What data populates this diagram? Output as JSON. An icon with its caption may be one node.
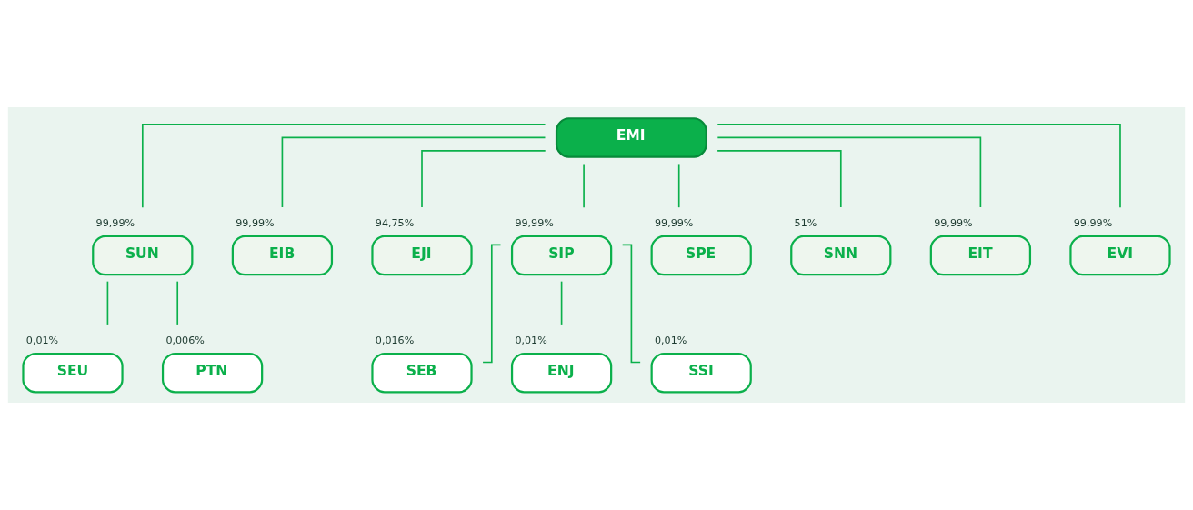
{
  "diagram": {
    "nodes": [
      {
        "text": [
          "EMI"
        ]
      },
      {
        "text": [
          "SUN"
        ],
        "beside": [
          "99,99%"
        ]
      },
      {
        "text": [
          "EIB"
        ],
        "beside": [
          "99,99%"
        ]
      },
      {
        "text": [
          "EJI"
        ],
        "beside": [
          "94,75%"
        ]
      },
      {
        "text": [
          "SIP"
        ],
        "beside": [
          "99,99%"
        ]
      },
      {
        "text": [
          "SPE"
        ],
        "beside": [
          "99,99%"
        ]
      },
      {
        "text": [
          "SNN"
        ],
        "beside": [
          "51%"
        ]
      },
      {
        "text": [
          "EIT"
        ],
        "beside": [
          "99,99%"
        ]
      },
      {
        "text": [
          "EVI"
        ],
        "beside": [
          "99,99%"
        ]
      },
      {
        "text": [
          "SEU"
        ],
        "beside": [
          "0,01%"
        ]
      },
      {
        "text": [
          "PTN"
        ],
        "beside": [
          "0,006%"
        ]
      },
      {
        "text": [
          "SEB"
        ],
        "beside": [
          "0,016%"
        ]
      },
      {
        "text": [
          "ENJ"
        ],
        "beside": [
          "0,01%"
        ]
      },
      {
        "text": [
          "SSI"
        ],
        "beside": [
          "0,01%"
        ]
      }
    ],
    "edges": [
      {
        "from": 0,
        "to": 1,
        "arrow": "none"
      },
      {
        "from": 0,
        "to": 2,
        "arrow": "none"
      },
      {
        "from": 0,
        "to": 3,
        "arrow": "none"
      },
      {
        "from": 0,
        "to": 4,
        "arrow": "none"
      },
      {
        "from": 0,
        "to": 5,
        "arrow": "none"
      },
      {
        "from": 0,
        "to": 6,
        "arrow": "none"
      },
      {
        "from": 0,
        "to": 7,
        "arrow": "none"
      },
      {
        "from": 0,
        "to": 8,
        "arrow": "none"
      },
      {
        "from": 1,
        "to": 9,
        "arrow": "none"
      },
      {
        "from": 1,
        "to": 10,
        "arrow": "none"
      },
      {
        "from": 4,
        "to": 11,
        "arrow": "none"
      },
      {
        "from": 4,
        "to": 12,
        "arrow": "none"
      },
      {
        "from": 4,
        "to": 13,
        "arrow": "none"
      }
    ]
  }
}
